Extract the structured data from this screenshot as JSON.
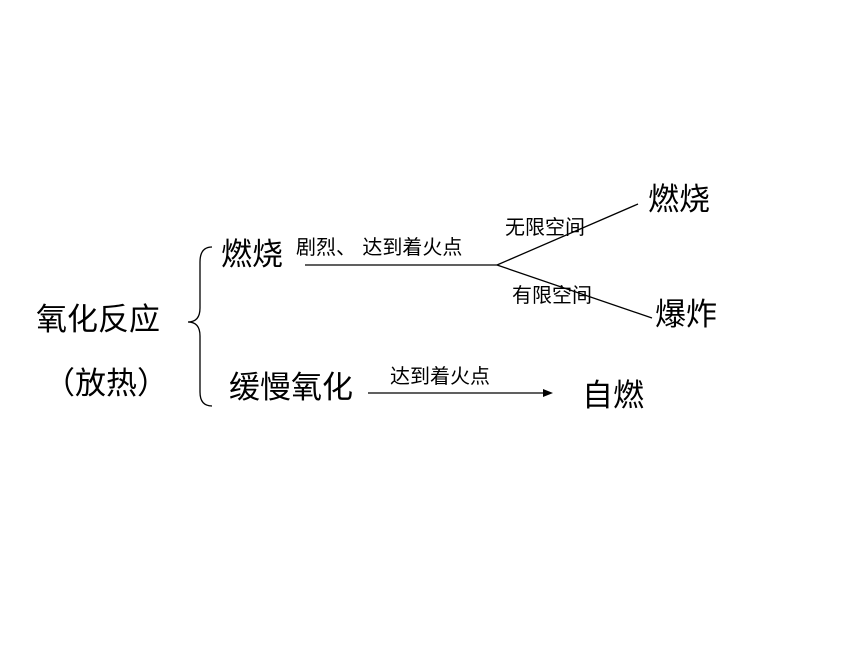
{
  "root": {
    "label": "氧化反应",
    "note": "（放热）"
  },
  "branches": {
    "combustion": {
      "label": "燃烧",
      "condition": "剧烈、 达到着火点",
      "outcomes": [
        {
          "condition": "无限空间",
          "result": "燃烧"
        },
        {
          "condition": "有限空间",
          "result": "爆炸"
        }
      ]
    },
    "slow_oxidation": {
      "label": "缓慢氧化",
      "condition": "达到着火点",
      "result": "自燃"
    }
  },
  "colors": {
    "text": "#000000",
    "line": "#000000",
    "background": "#ffffff"
  }
}
